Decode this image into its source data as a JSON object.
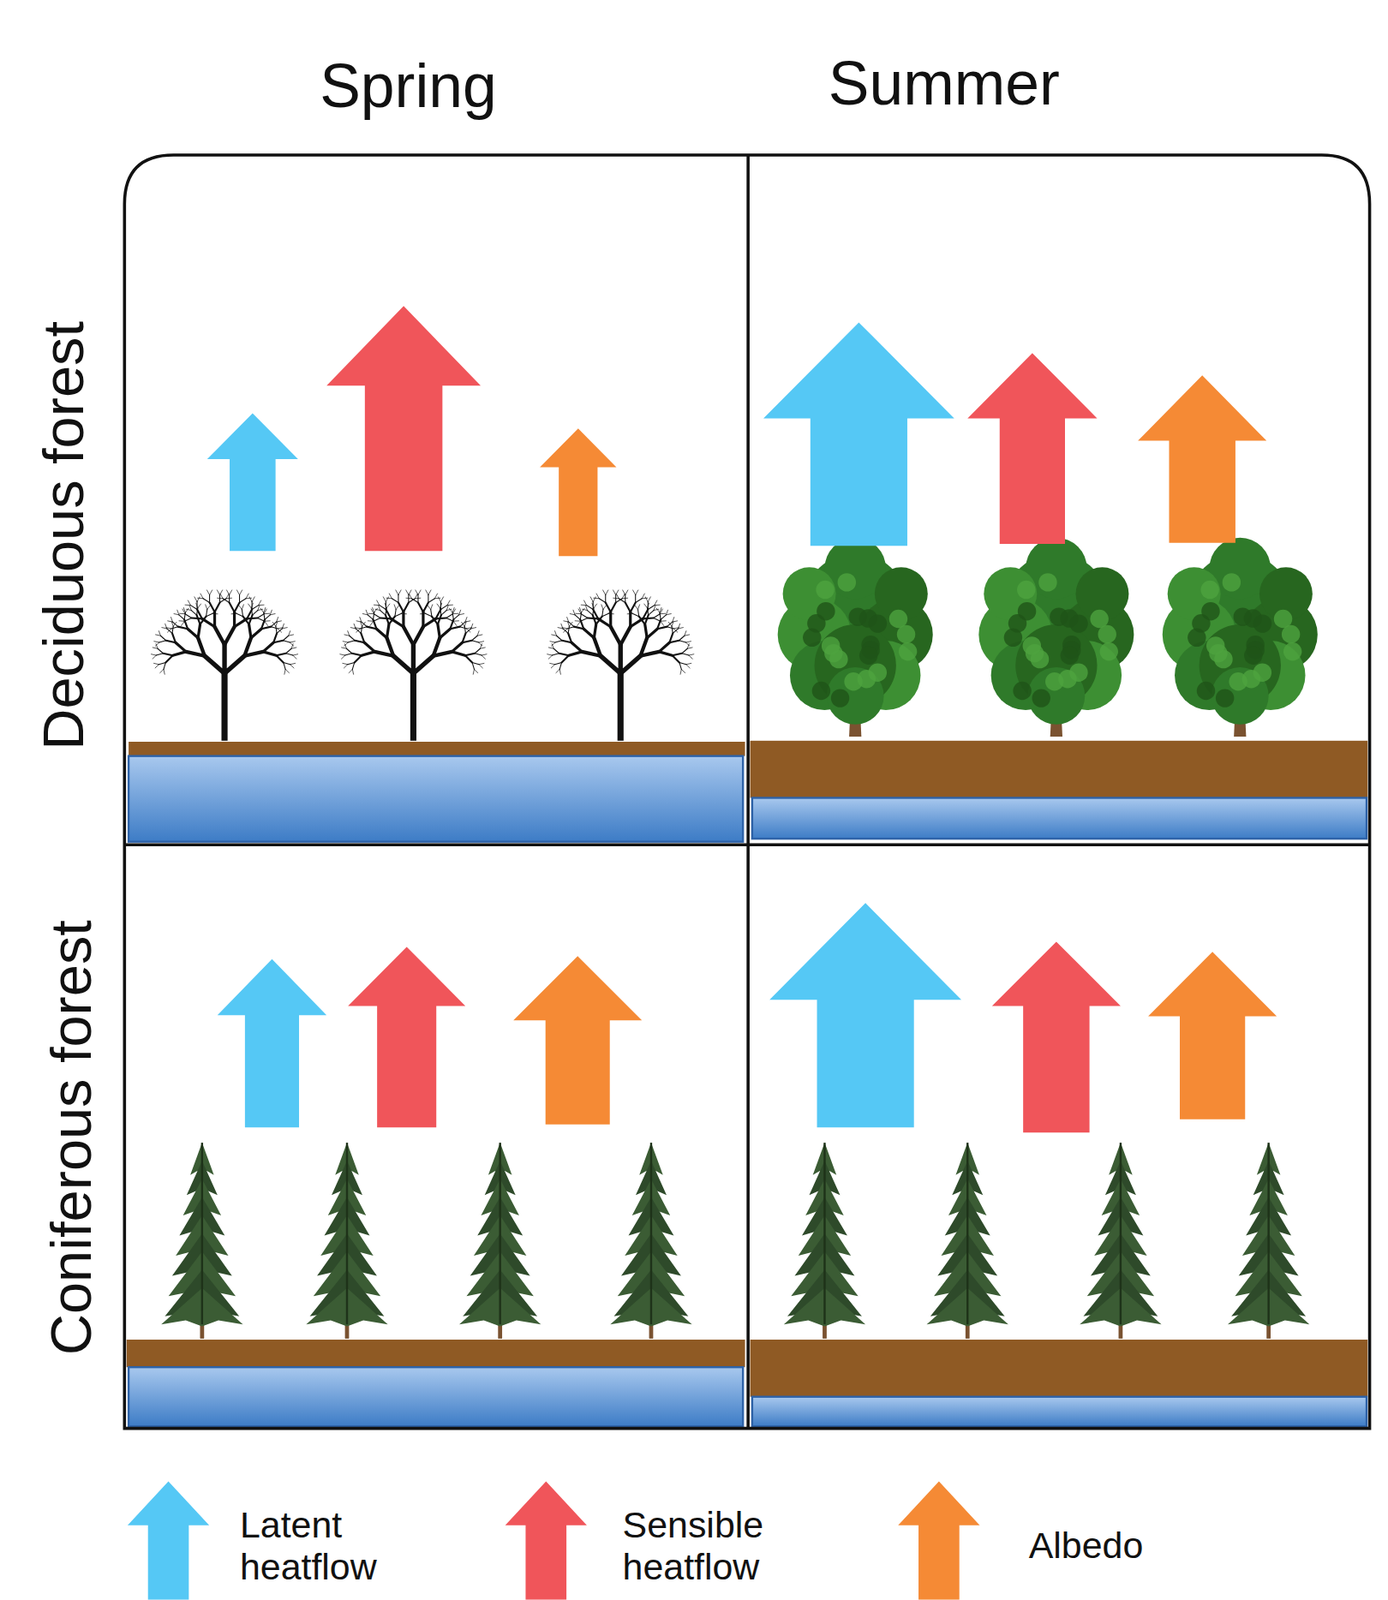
{
  "diagram": {
    "labels": [
      "Spring",
      "Summer",
      "Deciduous forest",
      "Coniferous forest"
    ],
    "legend": [
      {
        "text": "Latent heatflow",
        "color": "#55c8f5"
      },
      {
        "text": "Sensible heatflow",
        "color": "#f0555a"
      },
      {
        "text": "Albedo",
        "color": "#f58a35"
      }
    ]
  }
}
